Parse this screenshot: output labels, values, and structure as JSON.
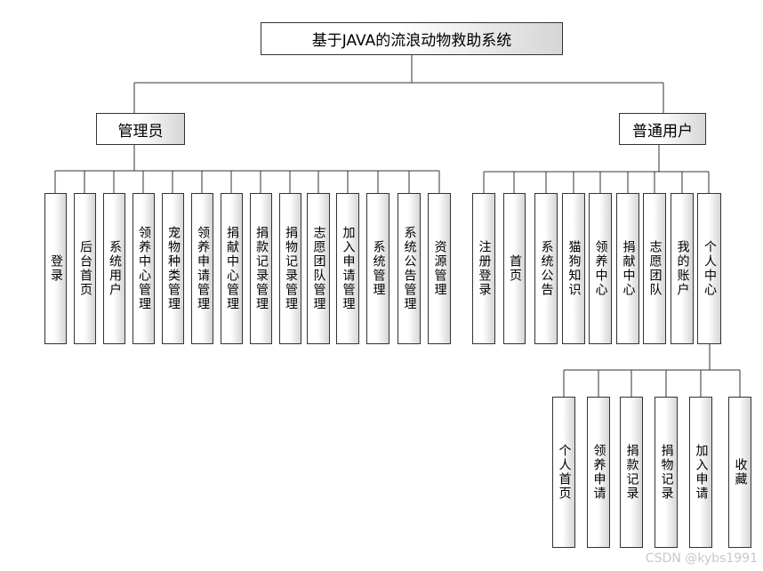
{
  "root": "基于JAVA的流浪动物救助系统",
  "admin": {
    "label": "管理员",
    "children": [
      "登录",
      "后台首页",
      "系统用户",
      "领养中心管理",
      "宠物种类管理",
      "领养申请管理",
      "捐献中心管理",
      "捐款记录管理",
      "捐物记录管理",
      "志愿团队管理",
      "加入申请管理",
      "系统管理",
      "系统公告管理",
      "资源管理"
    ]
  },
  "user": {
    "label": "普通用户",
    "children": [
      "注册登录",
      "首页",
      "系统公告",
      "猫狗知识",
      "领养中心",
      "捐献中心",
      "志愿团队",
      "我的账户",
      "个人中心"
    ]
  },
  "personal_center": {
    "children": [
      "个人首页",
      "领养申请",
      "捐款记录",
      "捐物记录",
      "加入申请",
      "收藏"
    ]
  },
  "watermark": "CSDN @kybs1991"
}
